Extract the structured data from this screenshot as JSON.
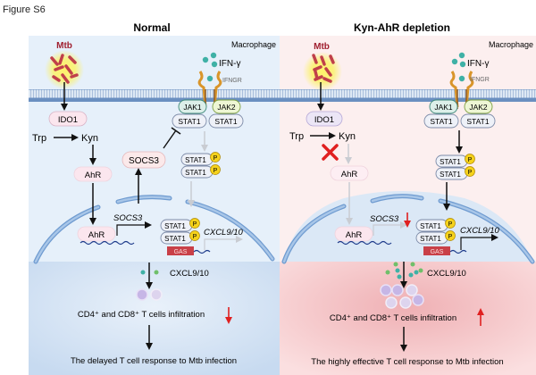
{
  "figure_label": "Figure S6",
  "panels": [
    {
      "title": "Normal",
      "cell_label": "Macrophage",
      "pathogen": "Mtb",
      "ligand": "IFN-γ",
      "receptor": "IFNGR",
      "jak1": "JAK1",
      "jak2": "JAK2",
      "stat1": "STAT1",
      "phospho": "P",
      "ido1": "IDO1",
      "trp": "Trp",
      "kyn": "Kyn",
      "ahr": "AhR",
      "socs3_protein": "SOCS3",
      "socs3_gene": "SOCS3",
      "gas": "GAS",
      "cxcl_gene": "CXCL9/10",
      "cxcl_secreted": "CXCL9/10",
      "infiltration": "CD4⁺ and CD8⁺ T cells infiltration",
      "infiltration_trend": "down",
      "outcome": "The delayed T cell response to Mtb infection",
      "kyn_ahr_blocked": false
    },
    {
      "title": "Kyn-AhR depletion",
      "cell_label": "Macrophage",
      "pathogen": "Mtb",
      "ligand": "IFN-γ",
      "receptor": "IFNGR",
      "jak1": "JAK1",
      "jak2": "JAK2",
      "stat1": "STAT1",
      "phospho": "P",
      "ido1": "IDO1",
      "trp": "Trp",
      "kyn": "Kyn",
      "ahr": "AhR",
      "socs3_gene": "SOCS3",
      "socs3_trend": "down",
      "gas": "GAS",
      "cxcl_gene": "CXCL9/10",
      "cxcl_secreted": "CXCL9/10",
      "infiltration": "CD4⁺ and CD8⁺ T cells infiltration",
      "infiltration_trend": "up",
      "outcome": "The highly effective T cell response to Mtb infection",
      "kyn_ahr_blocked": true
    }
  ],
  "colors": {
    "normal_bg": "#e6f0fa",
    "depletion_bg": "#fcefef",
    "normal_bottom": "#cfe0f2",
    "depletion_bottom": "#f6c9cb",
    "nucleus_fill": "#d7e7f6",
    "nucleus_stroke": "#6f9bd0",
    "mtb": "#c0404a",
    "ifn": "#3fb1a6",
    "jak1": "#dcefe9",
    "jak2": "#eef6d4",
    "stat1": "#eef1f8",
    "phospho": "#f5d21c",
    "pink_box": "#fbe6ee",
    "socs_box": "#fbe9ea",
    "gas": "#c94048",
    "red": "#e02020"
  }
}
